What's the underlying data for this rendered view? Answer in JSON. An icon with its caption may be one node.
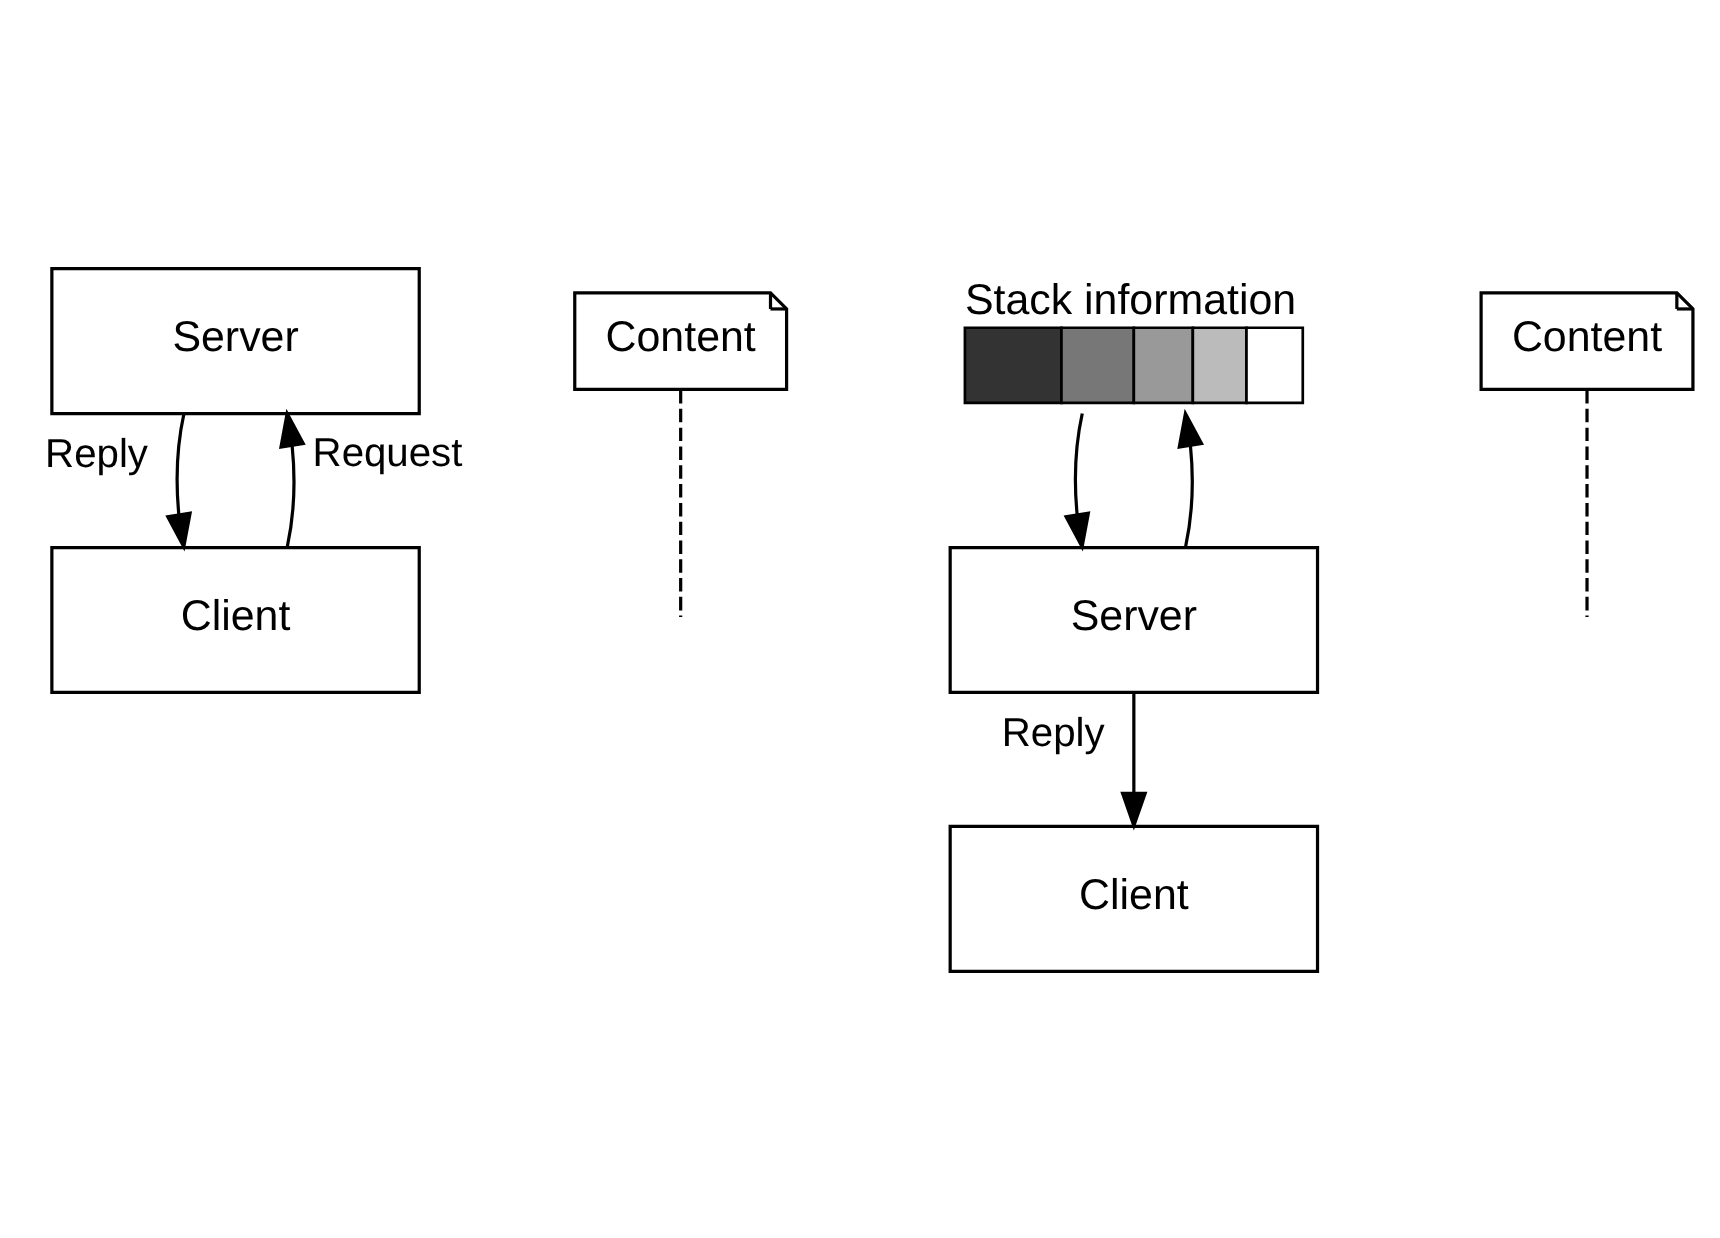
{
  "diagram": {
    "nodes": [
      {
        "text": [
          "Server"
        ]
      },
      {
        "text": [
          "Client"
        ]
      },
      {
        "text": [
          "Content"
        ]
      },
      {
        "text": [
          "Stack information"
        ]
      },
      {
        "text": [
          "Server"
        ]
      },
      {
        "text": [
          "Client"
        ]
      },
      {
        "text": [
          "Content"
        ]
      }
    ],
    "edges": [
      {
        "from": 1,
        "to": 0,
        "arrow": "to",
        "label": "Request"
      },
      {
        "from": 0,
        "to": 1,
        "arrow": "to",
        "label": "Reply"
      },
      {
        "from": 2,
        "to": null,
        "arrow": "none",
        "style": "dashed"
      },
      {
        "from": 3,
        "to": 4,
        "arrow": "to"
      },
      {
        "from": 4,
        "to": 3,
        "arrow": "to"
      },
      {
        "from": 4,
        "to": 5,
        "arrow": "to",
        "label": "Reply"
      },
      {
        "from": 6,
        "to": null,
        "arrow": "none",
        "style": "dashed"
      }
    ]
  }
}
